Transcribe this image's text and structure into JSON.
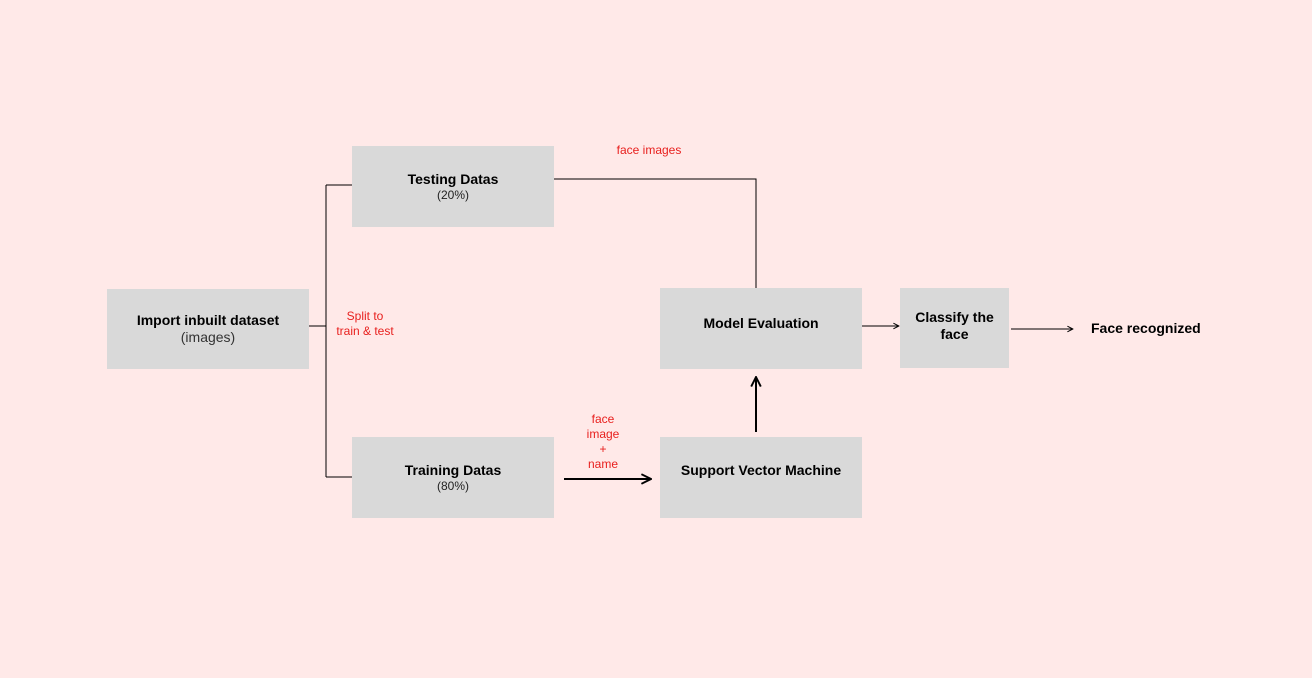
{
  "diagram": {
    "nodes": {
      "import": {
        "title": "Import inbuilt dataset",
        "subtitle": "(images)"
      },
      "testing": {
        "title": "Testing Datas",
        "subtitle": "(20%)"
      },
      "training": {
        "title": "Training Datas",
        "subtitle": "(80%)"
      },
      "evaluation": {
        "title": "Model Evaluation"
      },
      "svm": {
        "title": "Support Vector Machine"
      },
      "classify": {
        "title": "Classify the\nface"
      }
    },
    "edge_labels": {
      "split": "Split to\ntrain & test",
      "face_images": "face images",
      "face_image_name": "face\nimage\n+\nname"
    },
    "output": "Face recognized",
    "colors": {
      "background": "#FFE9E8",
      "box": "#D9D9D9",
      "note": "#E8201E",
      "line": "#000000"
    }
  }
}
